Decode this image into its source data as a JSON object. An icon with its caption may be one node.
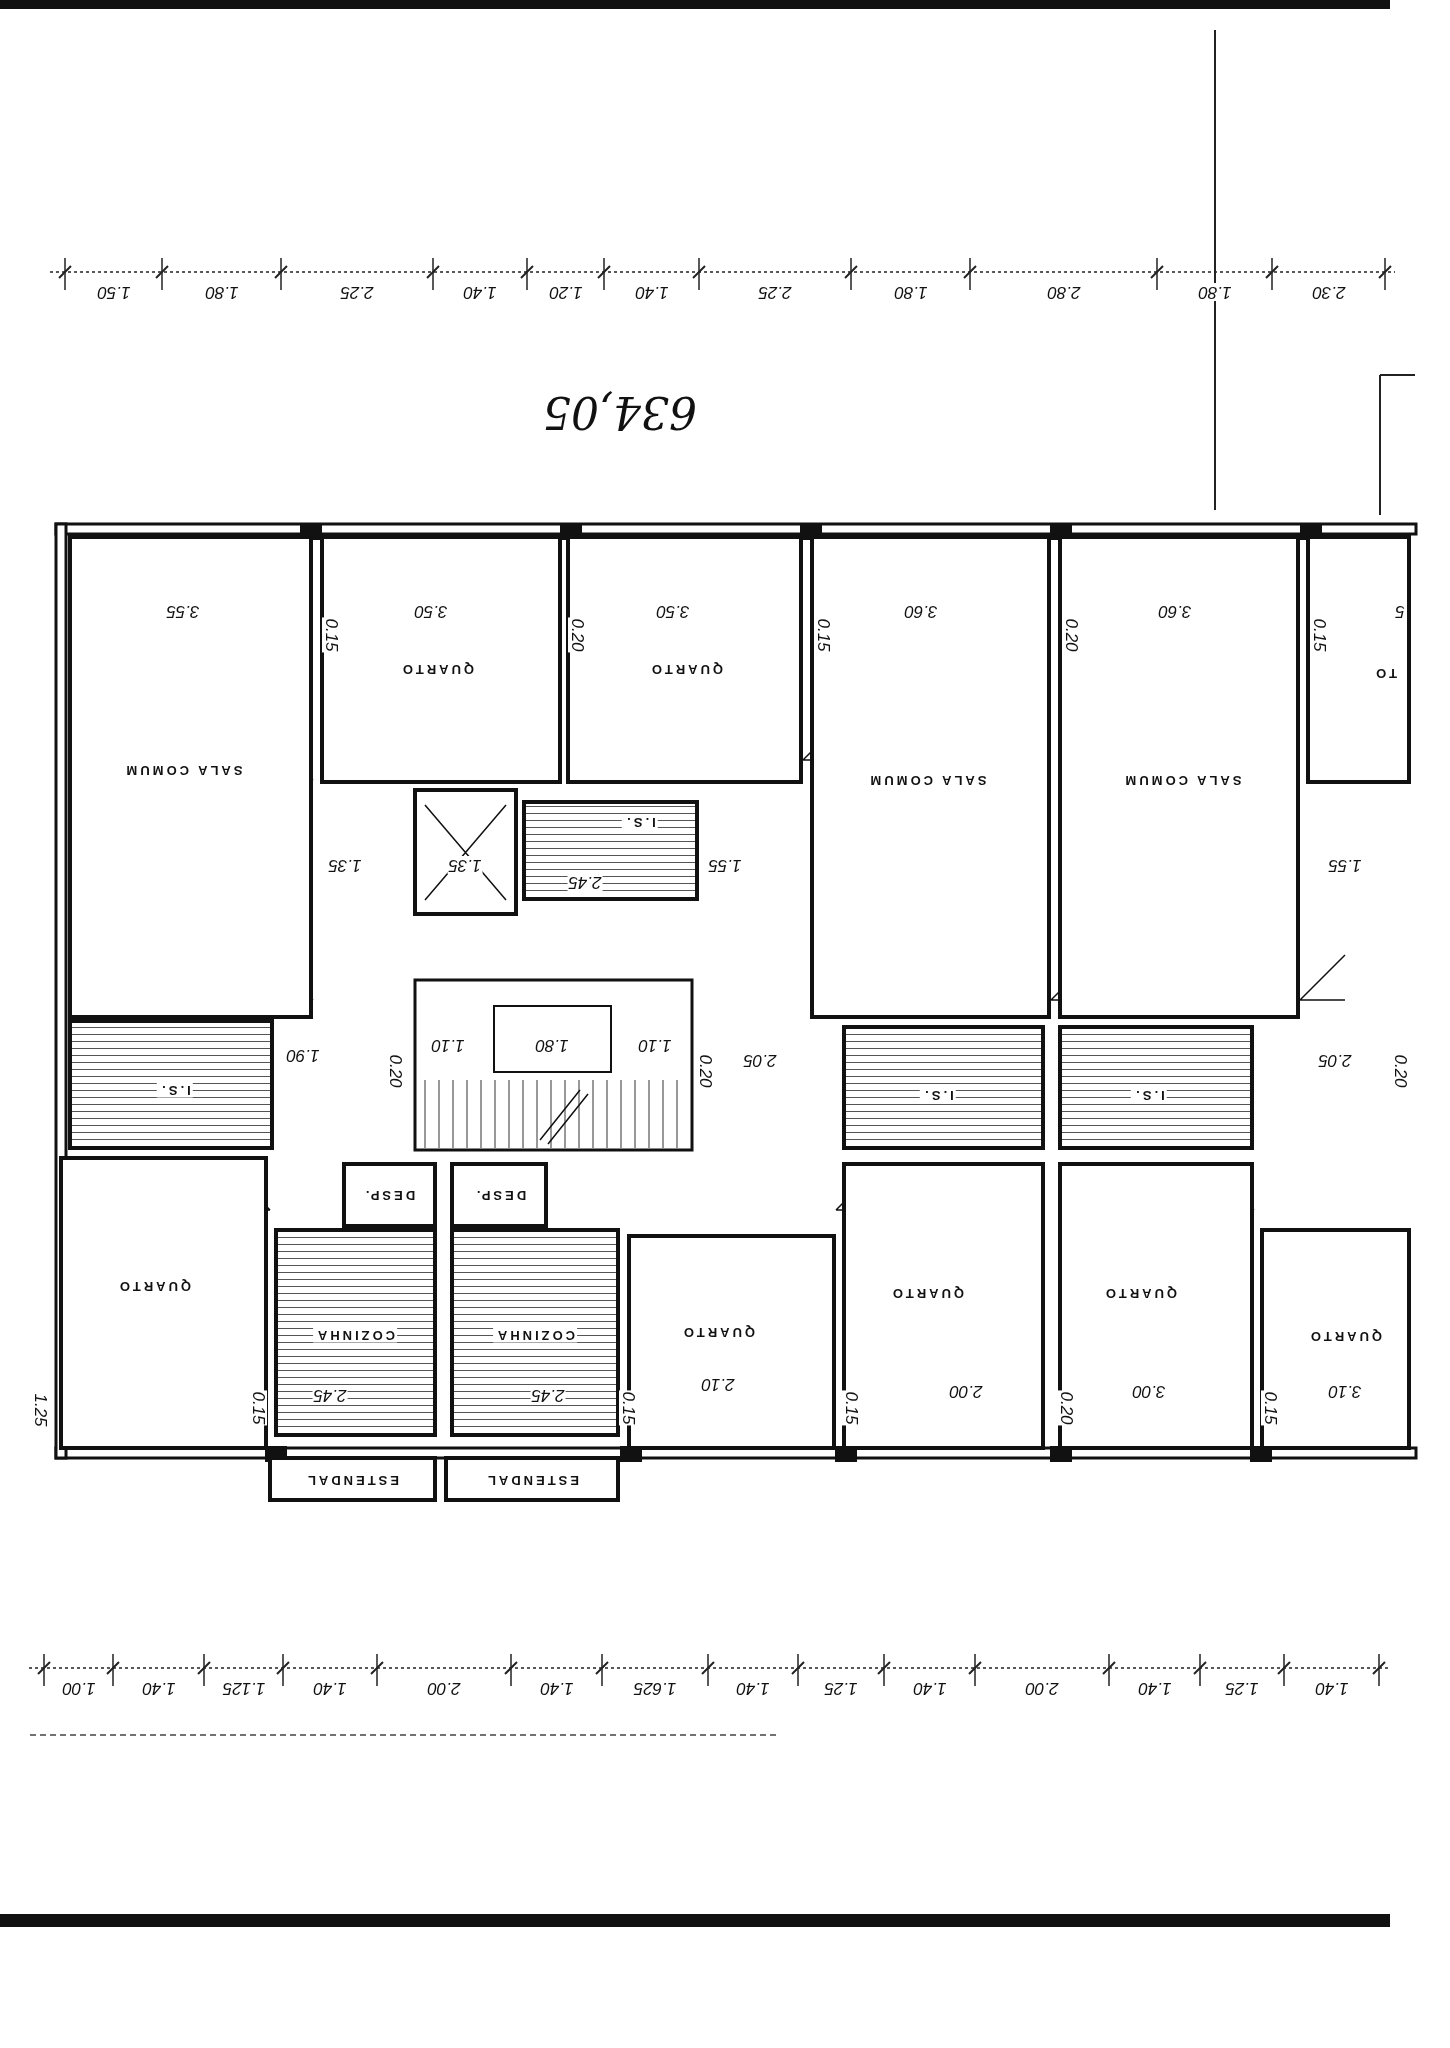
{
  "diagram": {
    "nodes": [
      {
        "text": [
          "SALA COMUM"
        ]
      },
      {
        "text": [
          "QUARTO"
        ]
      },
      {
        "text": [
          "QUARTO"
        ]
      },
      {
        "text": [
          "SALA COMUM"
        ]
      },
      {
        "text": [
          "SALA COMUM"
        ]
      },
      {
        "text": [
          "TO"
        ]
      },
      {
        "text": [
          "I.S."
        ]
      },
      {
        "text": [
          "I.S."
        ]
      },
      {
        "text": [
          "I.S."
        ]
      },
      {
        "text": [
          "I.S."
        ]
      },
      {
        "text": [
          "DESP."
        ]
      },
      {
        "text": [
          "DESP."
        ]
      },
      {
        "text": [
          "QUARTO"
        ]
      },
      {
        "text": [
          "COZINHA"
        ]
      },
      {
        "text": [
          "COZINHA"
        ]
      },
      {
        "text": [
          "QUARTO"
        ]
      },
      {
        "text": [
          "QUARTO"
        ]
      },
      {
        "text": [
          "QUARTO"
        ]
      },
      {
        "text": [
          "QUARTO"
        ]
      },
      {
        "text": [
          "ESTENDAL"
        ]
      },
      {
        "text": [
          "ESTENDAL"
        ]
      }
    ],
    "labels": [
      "1.50",
      "1.80",
      "2.25",
      "1.40",
      "1.20",
      "1.40",
      "2.25",
      "1.80",
      "2.80",
      "1.80",
      "2.30",
      "634,05",
      "3.55",
      "0.15",
      "3.50",
      "0.20",
      "3.50",
      "0.15",
      "3.60",
      "0.20",
      "3.60",
      "0.15",
      "5",
      "1.35",
      "1.35",
      "2.45",
      "1.55",
      "1.55",
      "1.90",
      "0.20",
      "1.10",
      "1.80",
      "1.10",
      "0.20",
      "2.05",
      "2.05",
      "0.20",
      "1.25",
      "0.15",
      "2.45",
      "2.45",
      "0.15",
      "2.10",
      "0.15",
      "2.00",
      "0.20",
      "3.00",
      "0.15",
      "3.10",
      "1.00",
      "1.40",
      "1.125",
      "1.40",
      "2.00",
      "1.40",
      "1.625",
      "1.40",
      "1.25",
      "1.40",
      "2.00",
      "1.40",
      "1.25",
      "1.40"
    ]
  }
}
